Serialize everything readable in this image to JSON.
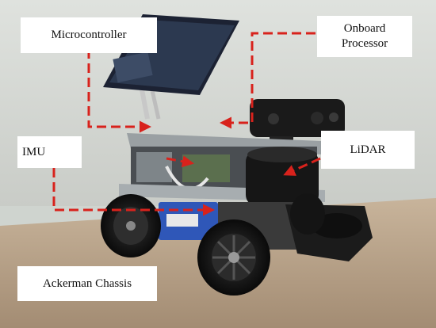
{
  "labels": {
    "microcontroller": "Microcontroller",
    "onboard_processor_line1": "Onboard",
    "onboard_processor_line2": "Processor",
    "imu": "IMU",
    "lidar": "LiDAR",
    "ackerman_chassis": "Ackerman Chassis"
  },
  "colors": {
    "annotation_line": "#d8221c",
    "background_wall": "#d3d6d2",
    "floor": "#b9a48c",
    "label_box": "#ffffff"
  }
}
